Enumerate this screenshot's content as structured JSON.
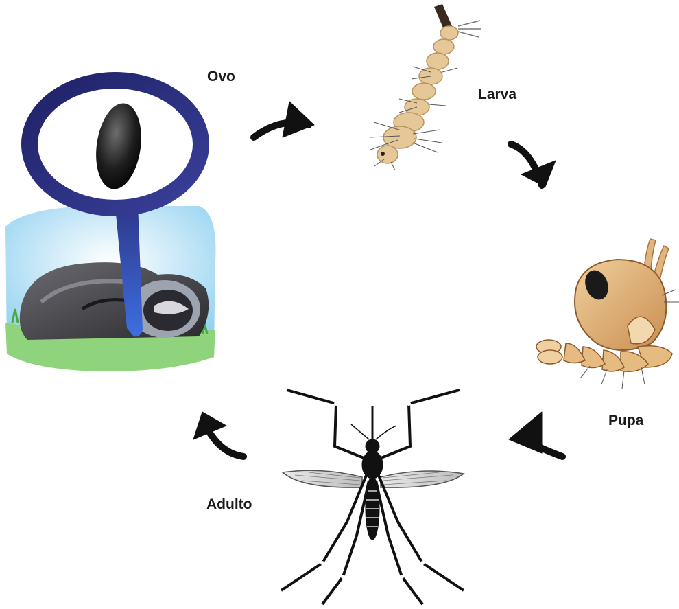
{
  "diagram": {
    "stages": [
      {
        "label": "Ovo"
      },
      {
        "label": "Larva"
      },
      {
        "label": "Pupa"
      },
      {
        "label": "Adulto"
      }
    ],
    "icons": {
      "egg": "egg-icon",
      "larva": "larva-icon",
      "pupa": "pupa-icon",
      "adult": "mosquito-icon",
      "arrow": "curved-arrow-icon"
    },
    "colors": {
      "magnifier_ring": "#2b2f7d",
      "sky": "#9fd6f0",
      "grass": "#7fcf6a",
      "larva_body": "#e6c898",
      "pupa_body": "#e0b07a",
      "mosquito": "#111111",
      "arrow": "#111111"
    }
  }
}
